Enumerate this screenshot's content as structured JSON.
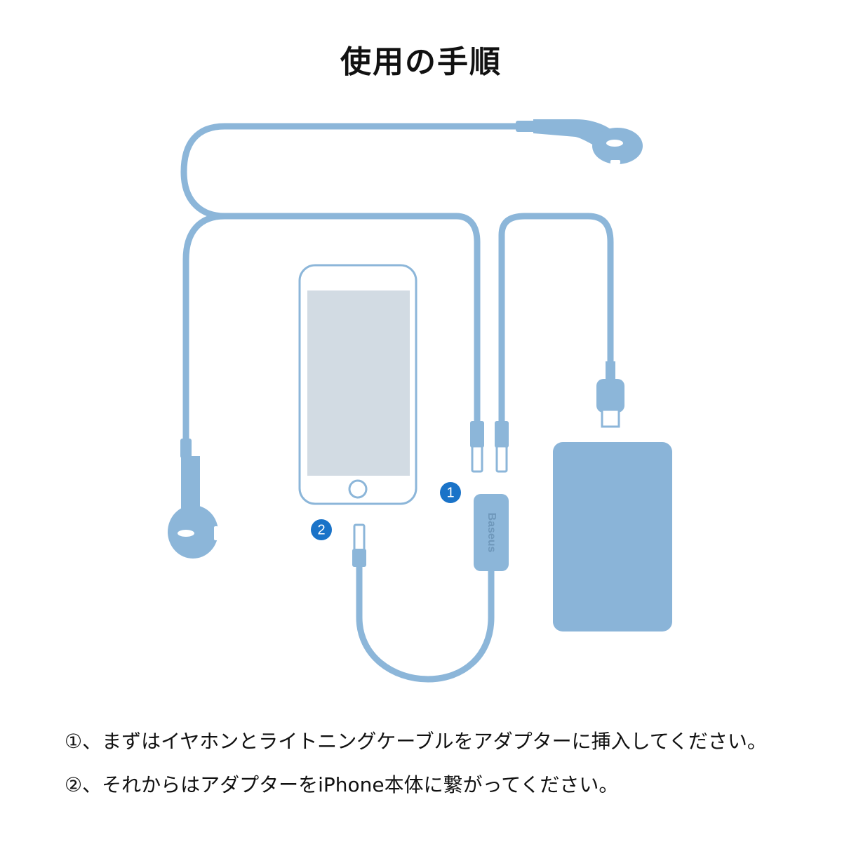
{
  "title": "使用の手順",
  "colors": {
    "cable": "#8cb6d9",
    "device_fill": "#8ab4d8",
    "phone_screen": "#d2dbe3",
    "badge": "#1a73c8",
    "text": "#111111"
  },
  "diagram": {
    "adapter_brand": "Baseus",
    "badges": [
      {
        "label": "1"
      },
      {
        "label": "2"
      }
    ],
    "icons": [
      "earphone-icon",
      "smartphone-icon",
      "adapter-icon",
      "power-bank-icon",
      "usb-plug-icon",
      "lightning-plug-icon"
    ]
  },
  "steps": [
    {
      "text": "①、まずはイヤホンとライトニングケーブルをアダプターに挿入してください。"
    },
    {
      "text": "②、それからはアダプターをiPhone本体に繋がってください。"
    }
  ]
}
